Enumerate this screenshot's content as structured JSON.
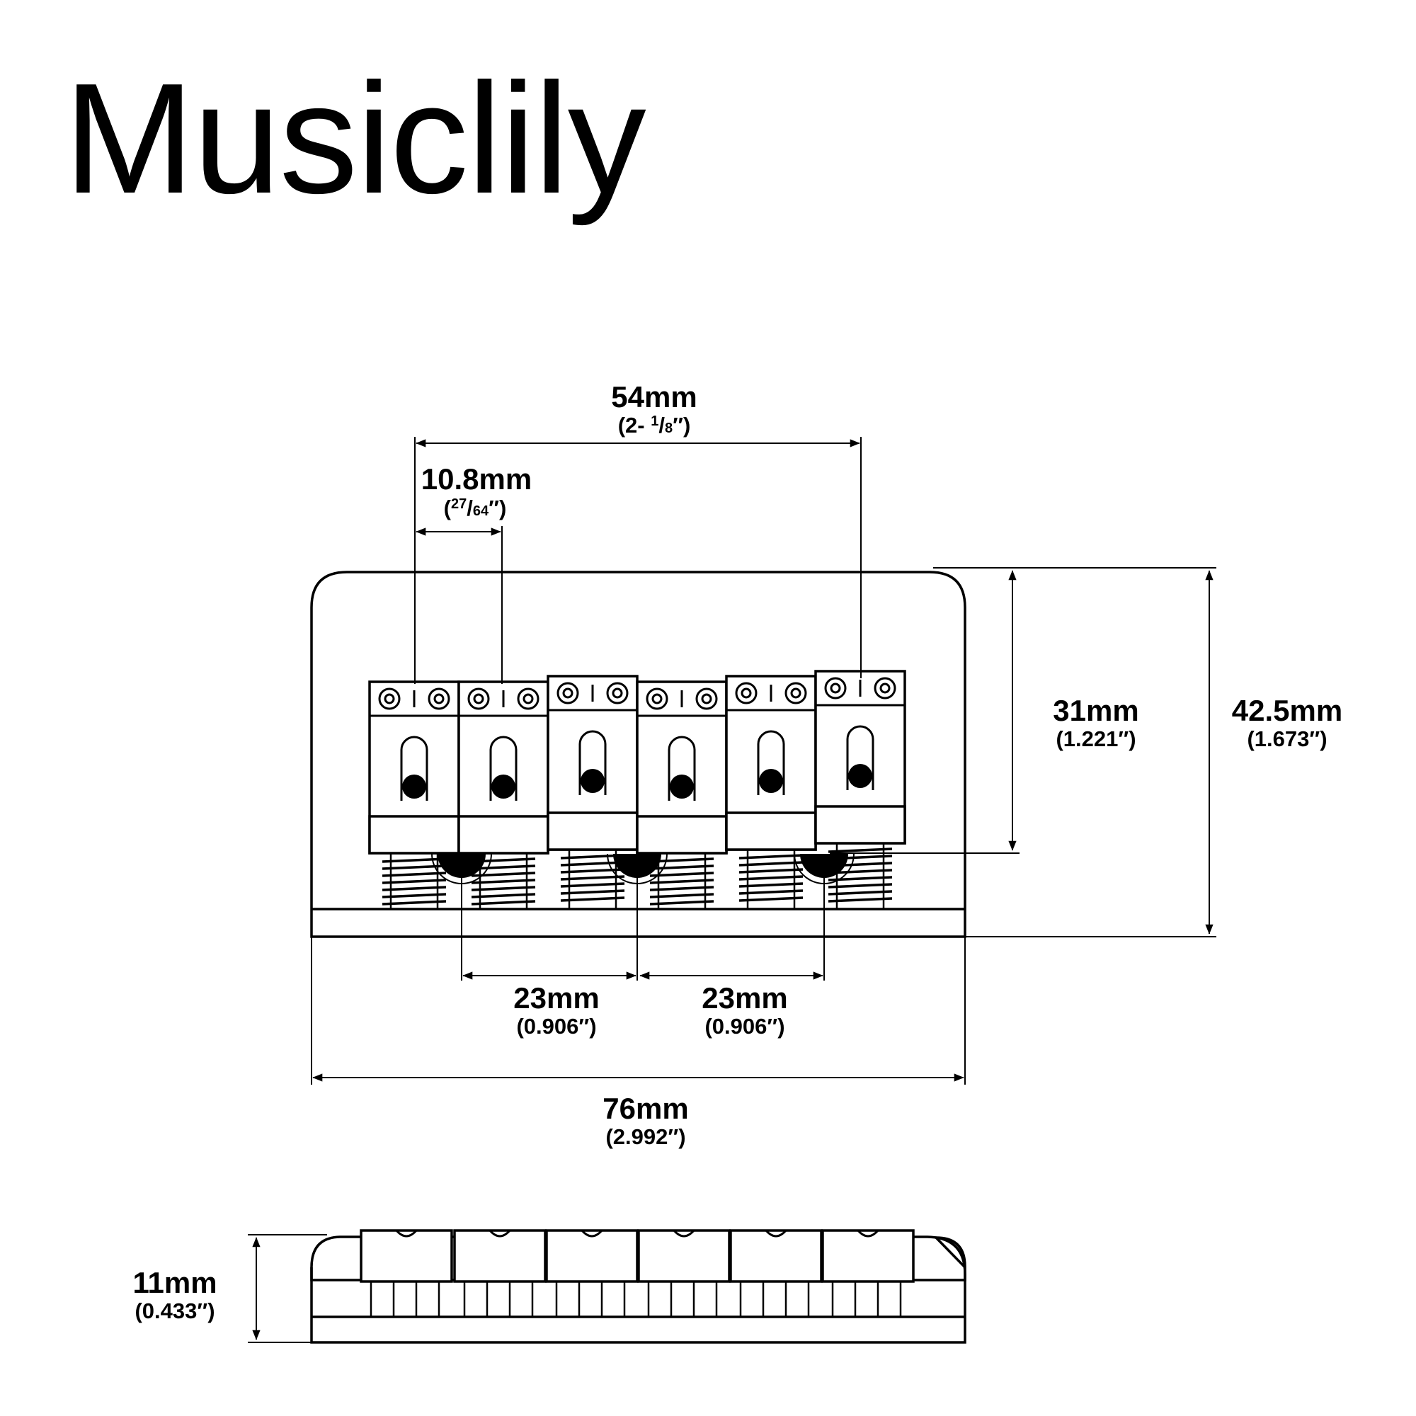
{
  "brand": "Musiclily",
  "dims": {
    "string_spread": {
      "main": "54mm",
      "sub_prefix": "(2- ",
      "sub_num": "1",
      "sub_slash": "/",
      "sub_den": "8",
      "sub_suffix": "″)"
    },
    "string_spacing": {
      "main": "10.8mm",
      "sub_prefix": "(",
      "sub_num": "27",
      "sub_slash": "/",
      "sub_den": "64",
      "sub_suffix": "″)"
    },
    "saddle_height": {
      "main": "31mm",
      "sub": "(1.221″)"
    },
    "base_depth": {
      "main": "42.5mm",
      "sub": "(1.673″)"
    },
    "mount_spacing_1": {
      "main": "23mm",
      "sub": "(0.906″)"
    },
    "mount_spacing_2": {
      "main": "23mm",
      "sub": "(0.906″)"
    },
    "base_width": {
      "main": "76mm",
      "sub": "(2.992″)"
    },
    "side_height": {
      "main": "11mm",
      "sub": "(0.433″)"
    }
  }
}
